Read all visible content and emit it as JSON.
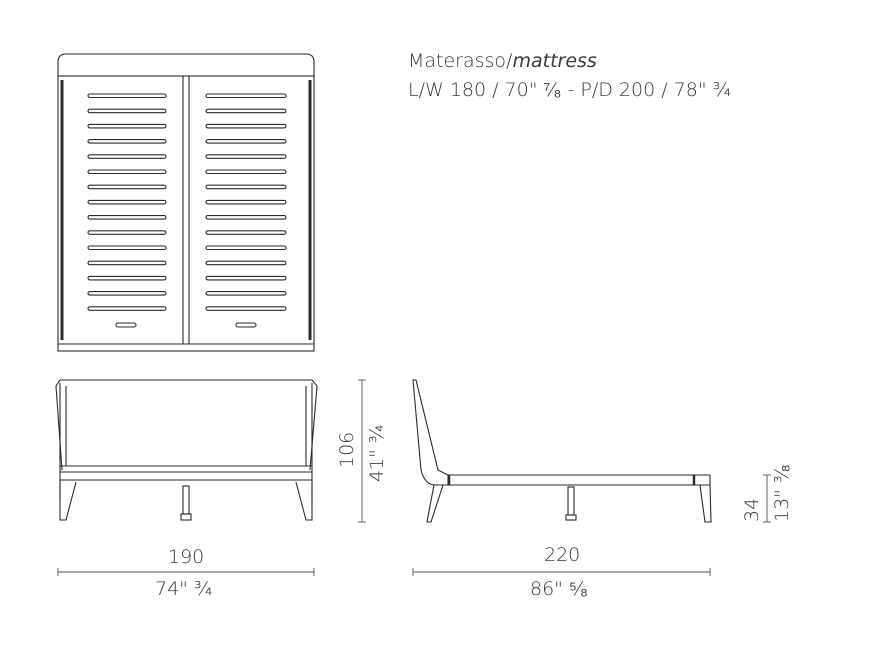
{
  "header": {
    "line1_main": "Materasso/",
    "line1_italic": "mattress",
    "line2": "L/W 180 / 70\" ⁷⁄₈ -  P/D 200 / 78\" ³⁄₄"
  },
  "dimensions": {
    "width_cm": "190",
    "width_in": "74\" ³⁄₄",
    "length_cm": "220",
    "length_in": "86\" ⁵⁄₈",
    "height_cm": "106",
    "height_in": "41\" ³⁄₄",
    "frame_height_cm": "34",
    "frame_height_in": "13\" ³⁄₈"
  },
  "drawing": {
    "slats_per_side": 15
  }
}
